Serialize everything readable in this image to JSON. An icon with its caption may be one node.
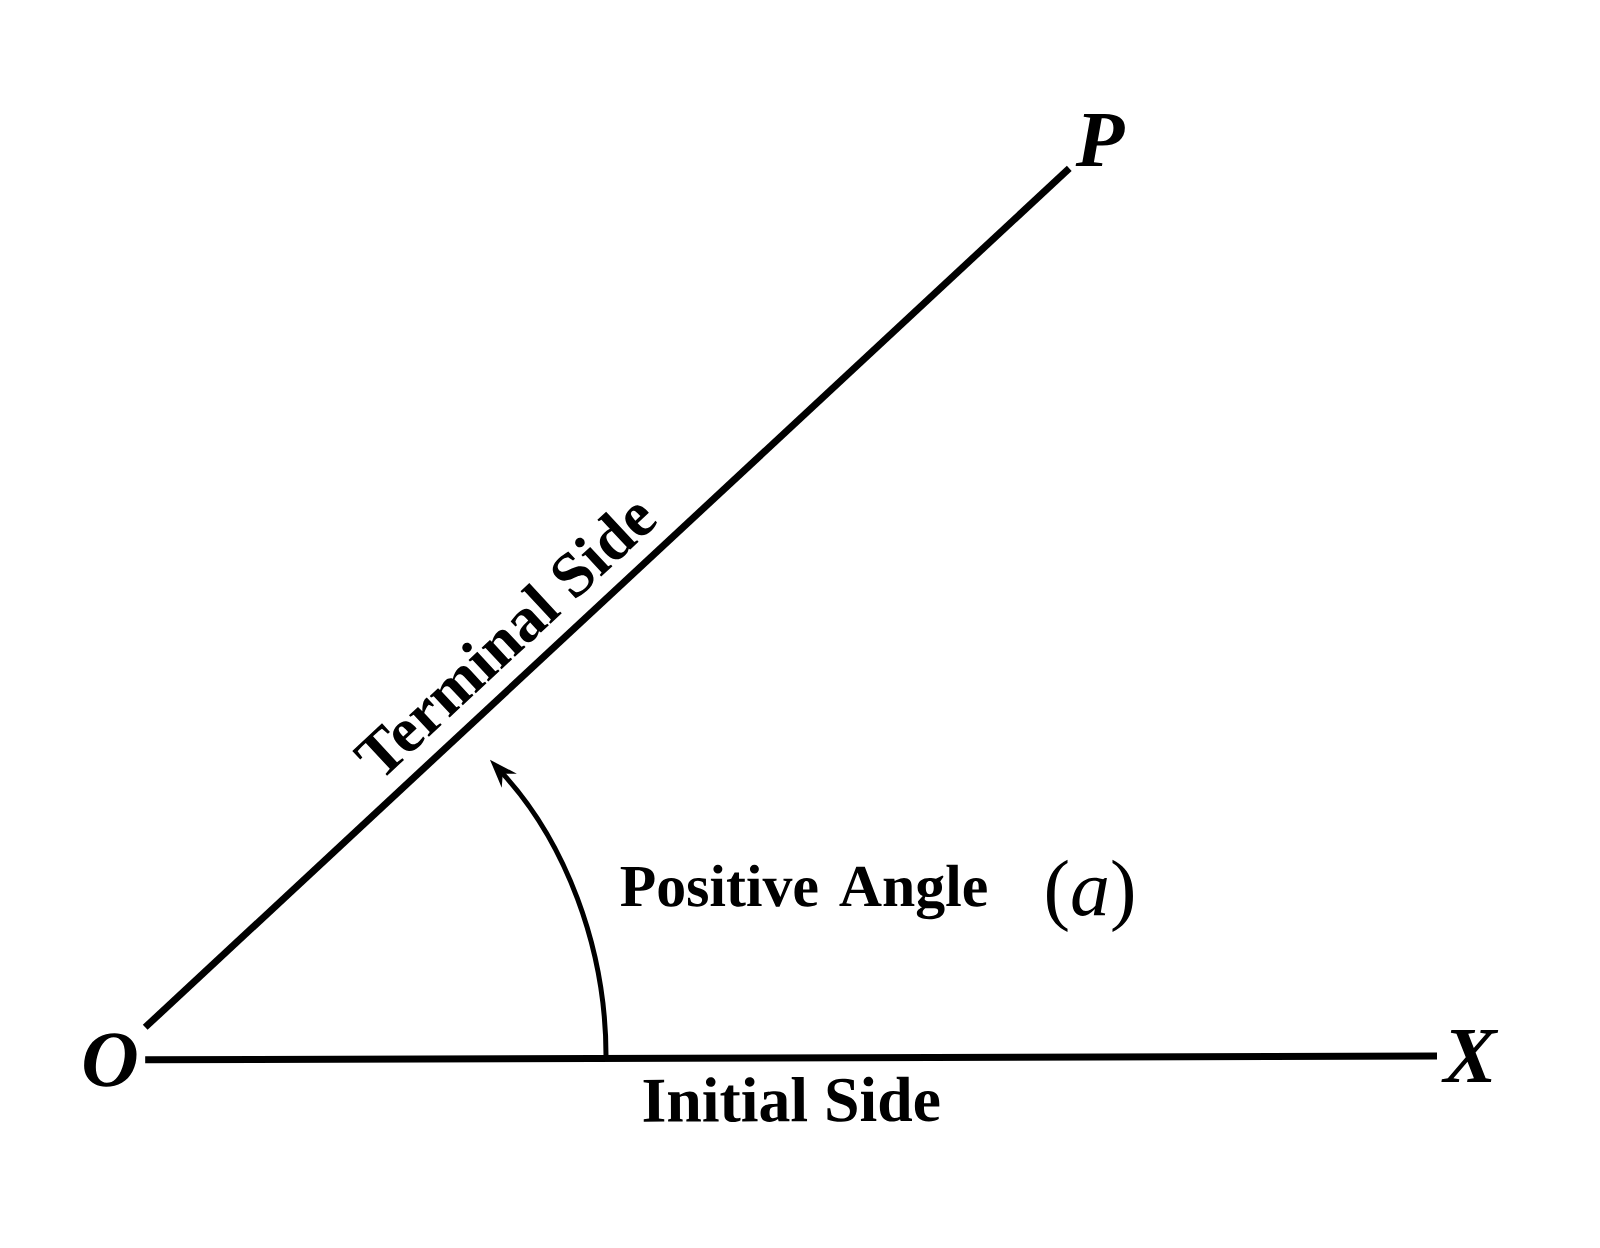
{
  "diagram": {
    "nodes": [
      {
        "text": [
          "O"
        ]
      },
      {
        "text": [
          "P"
        ]
      },
      {
        "text": [
          "X"
        ]
      }
    ],
    "edges": [
      {
        "from": 0,
        "to": 1,
        "arrow": "none",
        "label": "Terminal Side"
      },
      {
        "from": 0,
        "to": 2,
        "arrow": "none",
        "label": "Initial Side"
      }
    ],
    "labels": [
      "Positive Angle",
      "(*a*)"
    ]
  }
}
